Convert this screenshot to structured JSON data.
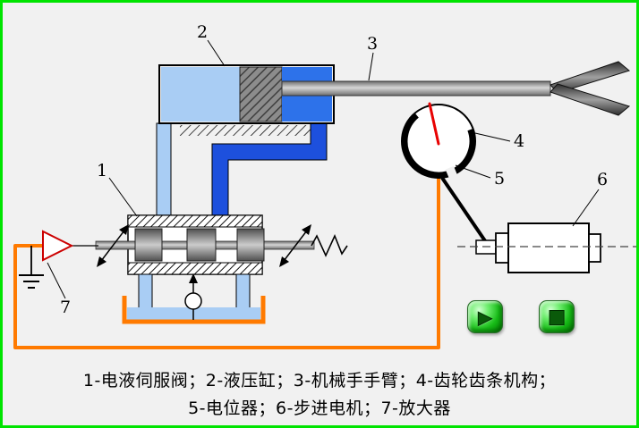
{
  "colors": {
    "frame_green": "#00e400",
    "background": "#f1f1f1",
    "wire_orange": "#ff7a00",
    "fluid_light": "#a9cdf4",
    "fluid_dark": "#1d50dd",
    "fluid_right": "#2d72ea",
    "needle_red": "#e80202",
    "amp_red": "#cc0000",
    "button_green": "#19c421"
  },
  "labels": [
    "1",
    "2",
    "3",
    "4",
    "5",
    "6",
    "7"
  ],
  "caption": {
    "line1": "1-电液伺服阀；2-液压缸；3-机械手手臂；4-齿轮齿条机构；",
    "line2": "5-电位器；6-步进电机；7-放大器"
  },
  "icons": {
    "play": "▶",
    "stop": "■"
  }
}
